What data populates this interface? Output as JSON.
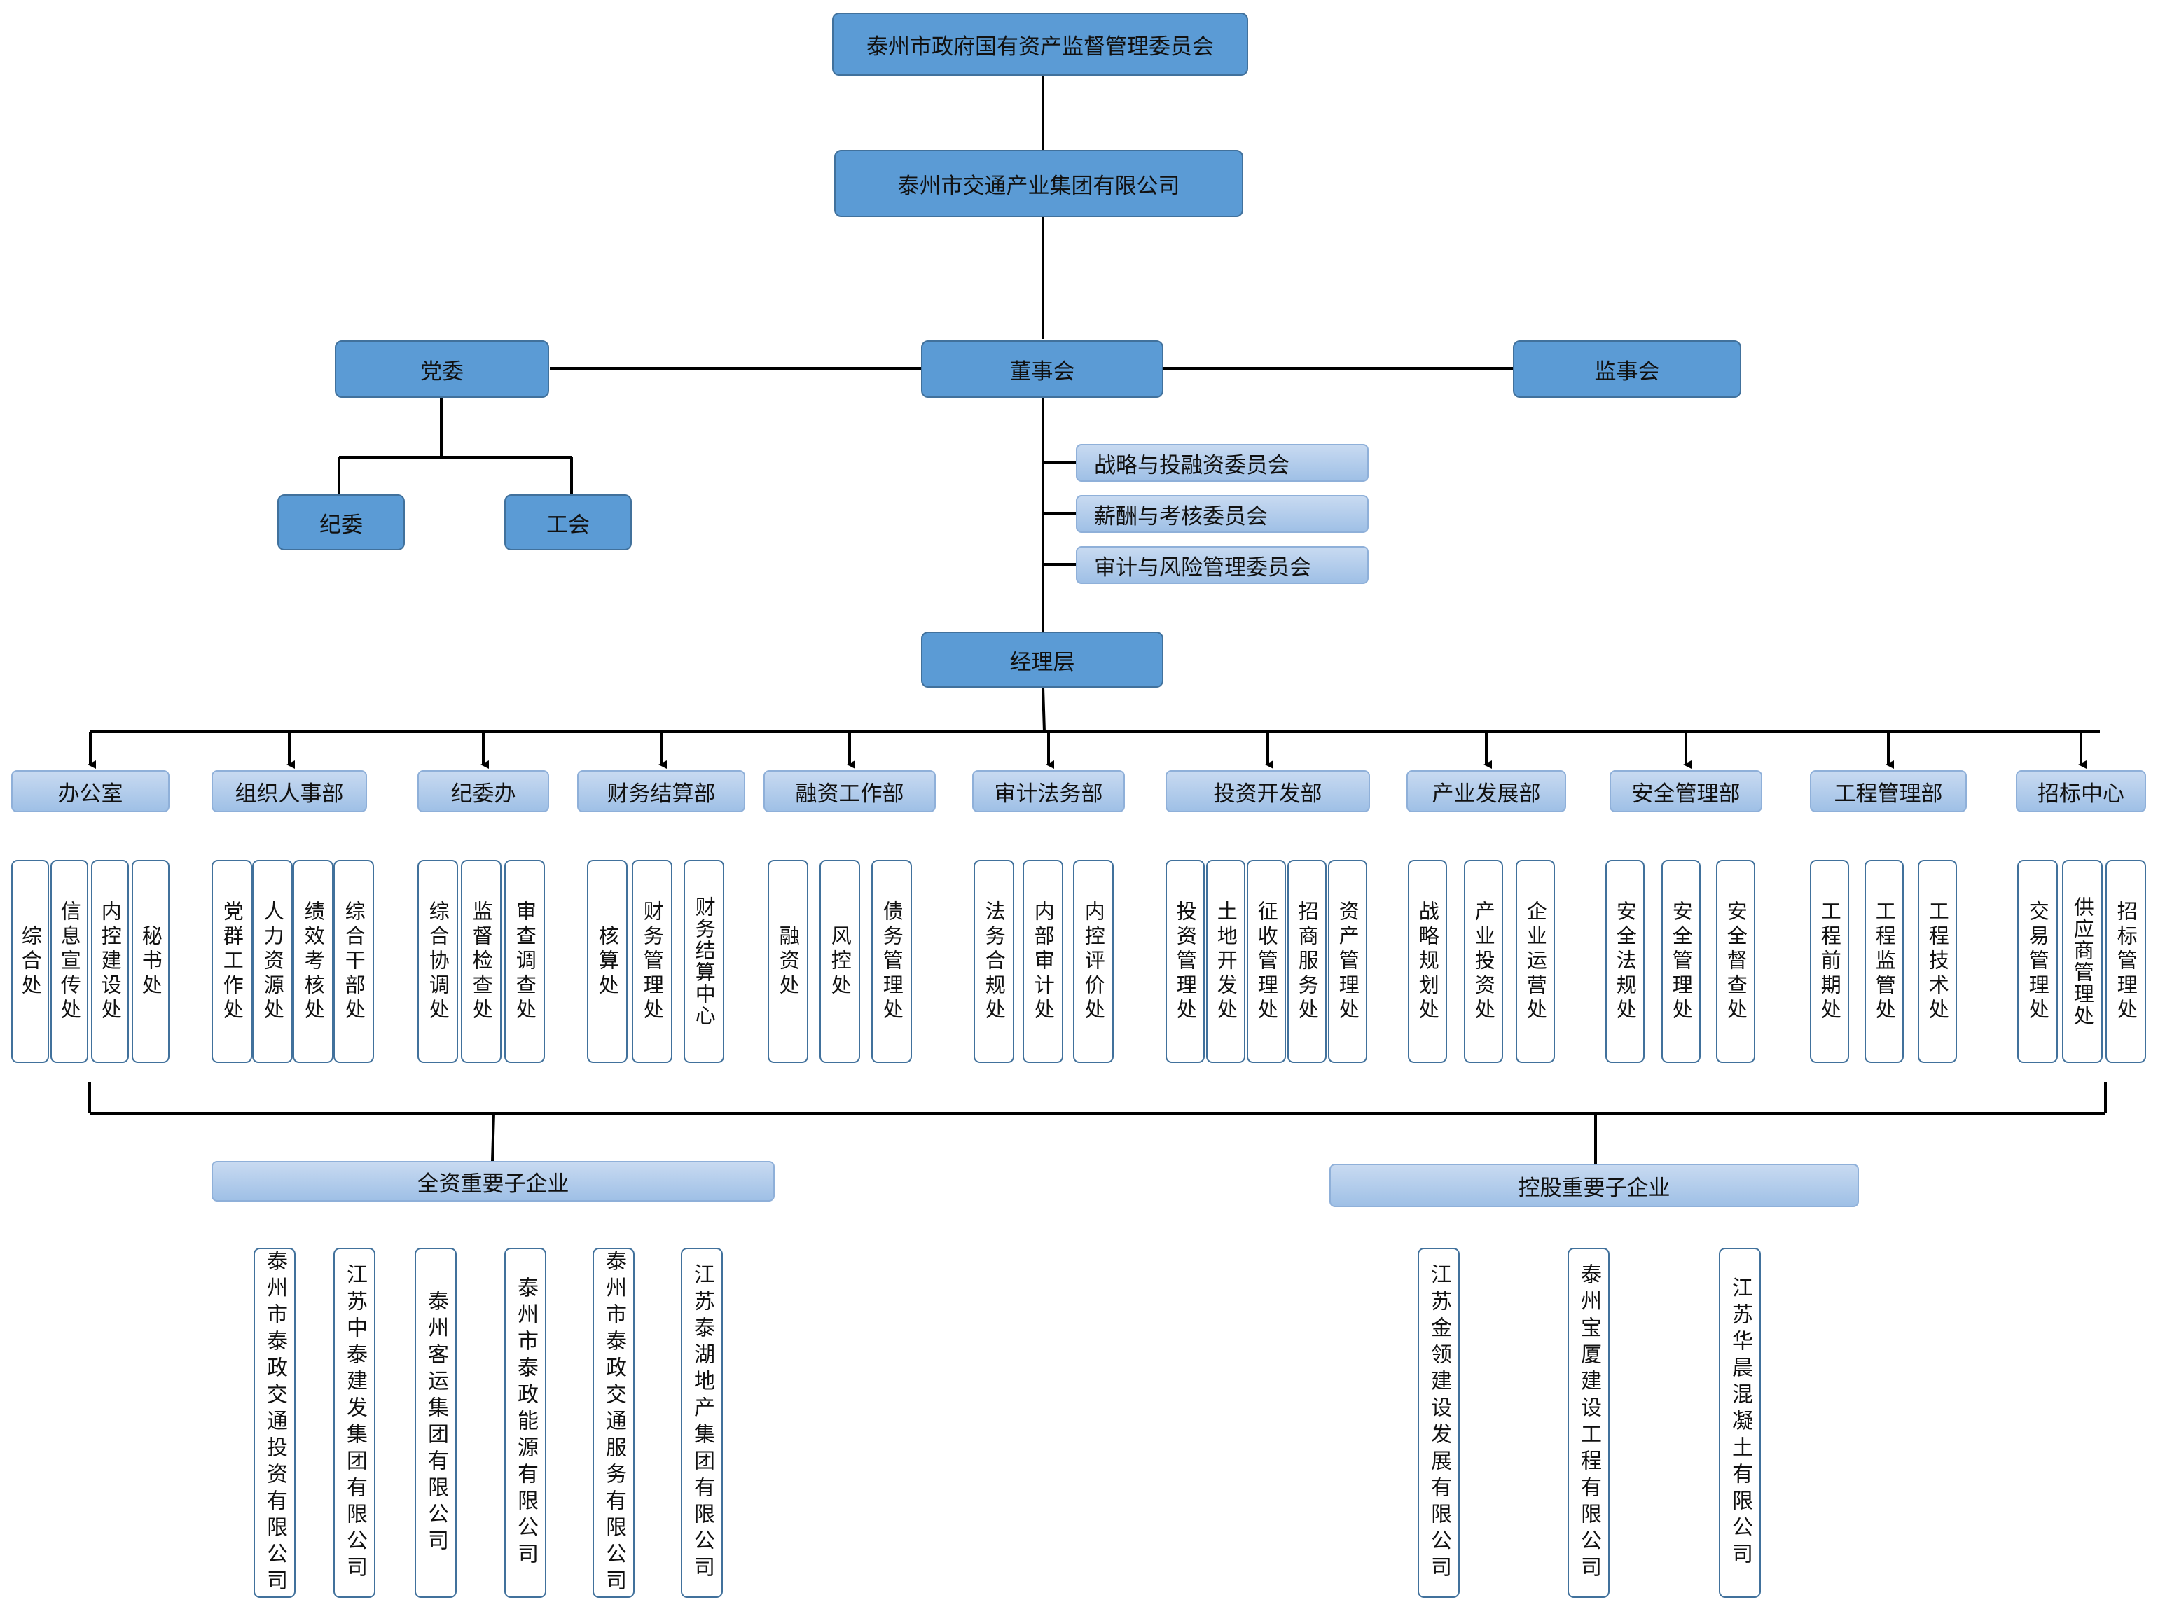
{
  "top": {
    "sasac": "泰州市政府国有资产监督管理委员会",
    "group": "泰州市交通产业集团有限公司",
    "board": "董事会",
    "party": "党委",
    "supervisors": "监事会",
    "discipline": "纪委",
    "union": "工会",
    "management": "经理层"
  },
  "committees": [
    "战略与投融资委员会",
    "薪酬与考核委员会",
    "审计与风险管理委员会"
  ],
  "departments": [
    {
      "name": "办公室",
      "units": [
        "综合处",
        "信息宣传处",
        "内控建设处",
        "秘书处"
      ]
    },
    {
      "name": "组织人事部",
      "units": [
        "党群工作处",
        "人力资源处",
        "绩效考核处",
        "综合干部处"
      ]
    },
    {
      "name": "纪委办",
      "units": [
        "综合协调处",
        "监督检查处",
        "审查调查处"
      ]
    },
    {
      "name": "财务结算部",
      "units": [
        "核算处",
        "财务管理处",
        "财务结算中心"
      ]
    },
    {
      "name": "融资工作部",
      "units": [
        "融资处",
        "风控处",
        "债务管理处"
      ]
    },
    {
      "name": "审计法务部",
      "units": [
        "法务合规处",
        "内部审计处",
        "内控评价处"
      ]
    },
    {
      "name": "投资开发部",
      "units": [
        "投资管理处",
        "土地开发处",
        "征收管理处",
        "招商服务处",
        "资产管理处"
      ]
    },
    {
      "name": "产业发展部",
      "units": [
        "战略规划处",
        "产业投资处",
        "企业运营处"
      ]
    },
    {
      "name": "安全管理部",
      "units": [
        "安全法规处",
        "安全管理处",
        "安全督查处"
      ]
    },
    {
      "name": "工程管理部",
      "units": [
        "工程前期处",
        "工程监管处",
        "工程技术处"
      ]
    },
    {
      "name": "招标中心",
      "units": [
        "交易管理处",
        "供应商管理处",
        "招标管理处"
      ]
    }
  ],
  "subsidiaries": {
    "wholly_owned": {
      "title": "全资重要子企业",
      "companies": [
        "泰州市泰政交通投资有限公司",
        "江苏中泰建发集团有限公司",
        "泰州客运集团有限公司",
        "泰州市泰政能源有限公司",
        "泰州市泰政交通服务有限公司",
        "江苏泰湖地产集团有限公司"
      ]
    },
    "holding": {
      "title": "控股重要子企业",
      "companies": [
        "江苏金领建设发展有限公司",
        "泰州宝厦建设工程有限公司",
        "江苏华晨混凝土有限公司"
      ]
    }
  },
  "colors": {
    "box_fill": "#5b9bd5",
    "box_border": "#41719c",
    "light_fill": "#b4cdee",
    "line": "#000000"
  }
}
